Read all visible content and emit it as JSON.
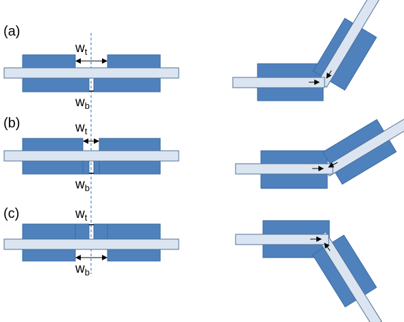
{
  "panels": [
    {
      "label": "(a)",
      "top_width": "w",
      "top_sub": "t",
      "bottom_width": "w",
      "bottom_sub": "b"
    },
    {
      "label": "(b)",
      "top_width": "w",
      "top_sub": "t",
      "bottom_width": "w",
      "bottom_sub": "b"
    },
    {
      "label": "(c)",
      "top_width": "w",
      "top_sub": "t",
      "bottom_width": "w",
      "bottom_sub": "b"
    }
  ],
  "colors": {
    "block_fill": "#4f81bd",
    "block_stroke": "#3a6aa0",
    "bar_fill": "#dbe5f1",
    "bar_stroke": "#4f6f94",
    "centerline": "#4a86c8",
    "arrow": "#000000"
  }
}
